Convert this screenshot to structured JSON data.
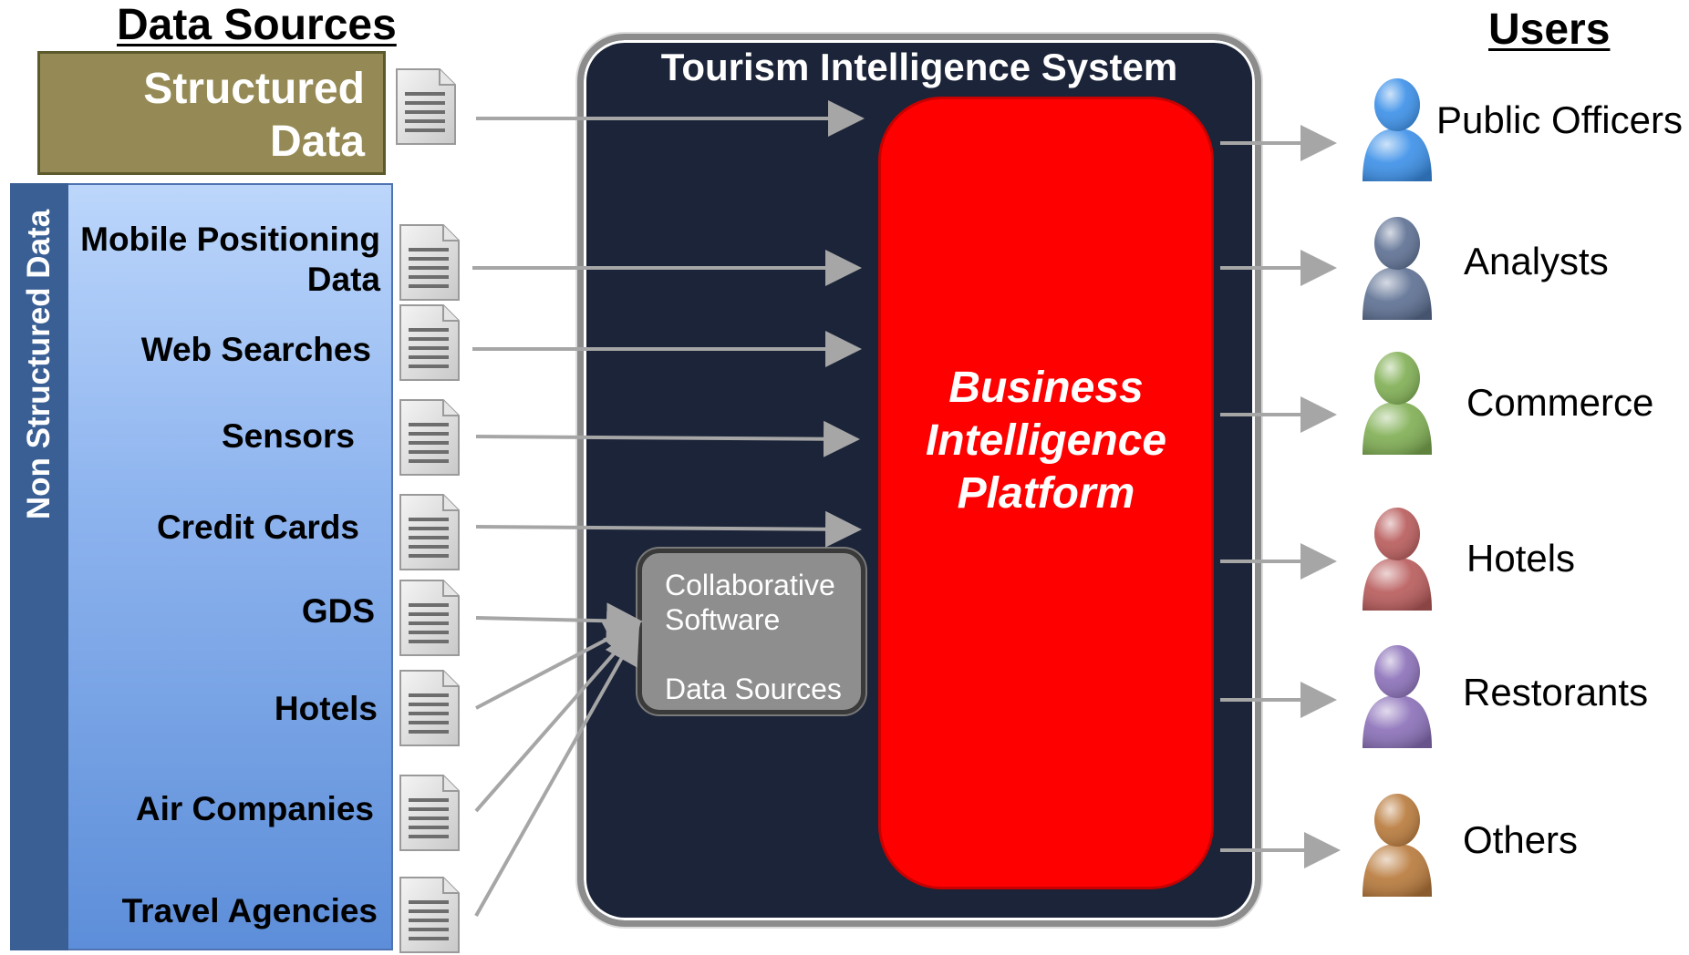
{
  "headings": {
    "data_sources": "Data Sources",
    "users": "Users"
  },
  "structured": {
    "line1": "Structured",
    "line2": "Data"
  },
  "non_structured": {
    "title": "Non Structured Data",
    "sources": [
      {
        "line1": "Mobile Positioning",
        "line2": "Data"
      },
      {
        "line1": "Web Searches"
      },
      {
        "line1": "Sensors"
      },
      {
        "line1": "Credit Cards"
      },
      {
        "line1": "GDS"
      },
      {
        "line1": "Hotels"
      },
      {
        "line1": "Air Companies"
      },
      {
        "line1": "Travel Agencies"
      }
    ]
  },
  "system": {
    "title": "Tourism Intelligence System",
    "platform": {
      "line1": "Business",
      "line2": "Intelligence",
      "line3": "Platform"
    },
    "collaborative": {
      "line1": "Collaborative",
      "line2": "Software",
      "line3": "Data Sources"
    }
  },
  "users": [
    {
      "label": "Public Officers",
      "color": "#3a8fe8"
    },
    {
      "label": "Analysts",
      "color": "#5c6f92"
    },
    {
      "label": "Commerce",
      "color": "#7fae52"
    },
    {
      "label": "Hotels",
      "color": "#b85a5a"
    },
    {
      "label": "Restorants",
      "color": "#8a6fb8"
    },
    {
      "label": "Others",
      "color": "#b8793a"
    }
  ],
  "colors": {
    "structured_fill": "#958a55",
    "non_structured_band": "#3a5f95",
    "system_background": "#1b2438",
    "platform_fill": "#ff0000",
    "collaborative_fill": "#8e8e8e",
    "arrow": "#a6a6a6"
  }
}
